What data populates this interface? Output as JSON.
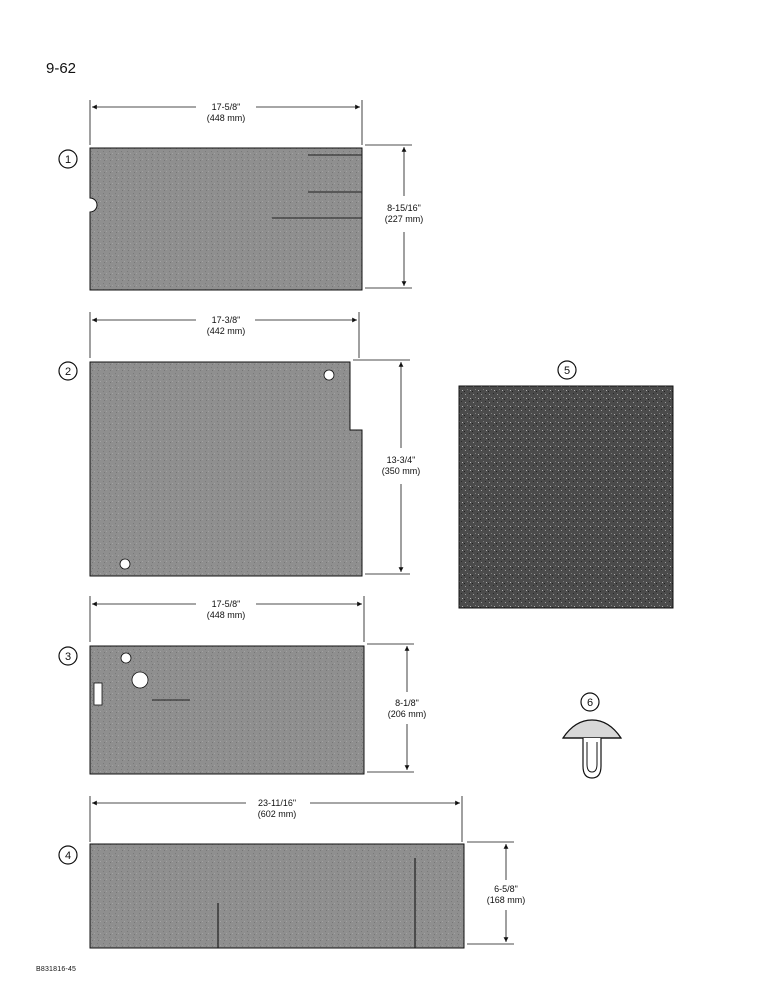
{
  "page": {
    "number": "9-62",
    "figure_code": "B831816-45"
  },
  "parts": [
    {
      "callout": "1",
      "width_in": "17-5/8\"",
      "width_mm": "(448 mm)",
      "height_in": "8-15/16\"",
      "height_mm": "(227 mm)"
    },
    {
      "callout": "2",
      "width_in": "17-3/8\"",
      "width_mm": "(442 mm)",
      "height_in": "13-3/4\"",
      "height_mm": "(350 mm)"
    },
    {
      "callout": "3",
      "width_in": "17-5/8\"",
      "width_mm": "(448 mm)",
      "height_in": "8-1/8\"",
      "height_mm": "(206 mm)"
    },
    {
      "callout": "4",
      "width_in": "23-11/16\"",
      "width_mm": "(602 mm)",
      "height_in": "6-5/8\"",
      "height_mm": "(168 mm)"
    },
    {
      "callout": "5"
    },
    {
      "callout": "6"
    }
  ],
  "colors": {
    "panel_fill": "#8d8d8d",
    "pad_fill": "#4a4a4a",
    "line": "#111111"
  }
}
